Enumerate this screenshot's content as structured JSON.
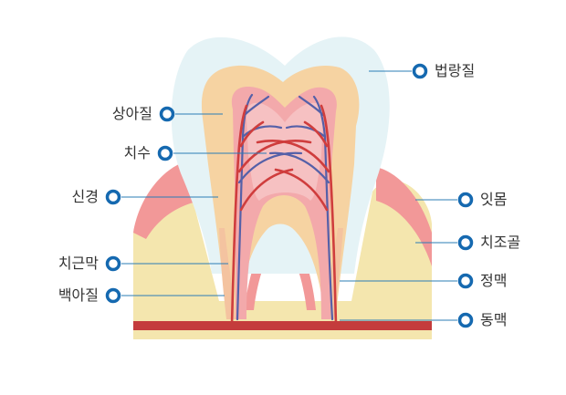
{
  "labels": {
    "enamel": "법랑질",
    "dentin": "상아질",
    "pulp": "치수",
    "nerve": "신경",
    "pdl": "치근막",
    "cementum": "백아질",
    "gum": "잇몸",
    "alveolar_bone": "치조골",
    "vein": "정맥",
    "artery": "동맥"
  },
  "colors": {
    "enamel": "#e5f3f6",
    "dentin": "#f6d3a2",
    "pulp": "#f3a9ab",
    "gum": "#f29898",
    "bone": "#f4e6ae",
    "artery": "#cf3d3d",
    "vein": "#5560a8",
    "leader": "#2b7cb6",
    "marker": "#1569b0"
  }
}
